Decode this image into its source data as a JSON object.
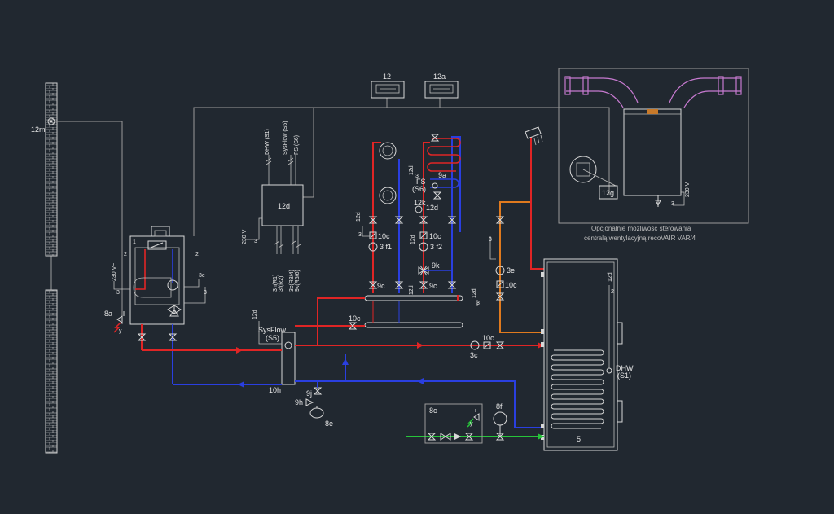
{
  "colors": {
    "background": "#212830",
    "supply_line": "#e02525",
    "return_line": "#2a3fe0",
    "dhw_circulation_line": "#e07a1e",
    "cold_water_line": "#27c43a",
    "wiring": "#d8d8d8",
    "ventilation_duct": "#c77ad0"
  },
  "labels": {
    "l_12m": "12m",
    "l_12": "12",
    "l_12a": "12a",
    "l_12d_box": "12d",
    "l_dhw_s1_vert": "DHW (S1)",
    "l_sysflow_vert": "SysFlow (S5)",
    "l_fs_vert": "FS (S6)",
    "l_230v_mid": "230 V~",
    "l_3_mid": "3",
    "l_3h": "3h(R1)",
    "l_3f": "3f(R2)",
    "l_3c": "3c(R3/4)",
    "l_9k_box": "9k(R5/6)",
    "l_1": "1",
    "l_2a": "2",
    "l_2b": "2",
    "l_230v_left": "230 V~",
    "l_3a": "3",
    "l_3e_boiler": "3e",
    "l_3b": "3",
    "l_8a": "8a",
    "l_12d_a": "12d",
    "l_3_a": "3",
    "l_10c_a": "10c",
    "l_3f1": "3 f1",
    "l_9c_a": "9c",
    "l_12d_b": "12d",
    "l_3_b": "3",
    "l_fs": "FS",
    "l_s6": "(S6)",
    "l_9a": "9a",
    "l_12k": "12k",
    "l_12d_c": "12d",
    "l_10c_b": "10c",
    "l_3f2": "3 f2",
    "l_9k": "9k",
    "l_12d_d": "12d",
    "l_9c_b": "9c",
    "l_12d_e": "12d",
    "l_3_c": "3",
    "l_sysflow": "SysFlow",
    "l_s5": "(S5)",
    "l_10c_c": "10c",
    "l_10h": "10h",
    "l_9j": "9j",
    "l_9h": "9h",
    "l_8e": "8e",
    "l_12d_f": "12d",
    "l_3_d": "3",
    "l_3c_pump": "3c",
    "l_10c_d": "10c",
    "l_3_e": "3",
    "l_3e_circ": "3e",
    "l_10c_e": "10c",
    "l_12g": "12g",
    "l_230v_vent": "230 V~",
    "l_3_vent": "3",
    "note_line1": "Opcjonalnie możliwość sterowania",
    "note_line2": "centralą wentylacyjną recoVAIR VAR/4",
    "l_12d_tank": "12d",
    "l_2_tank": "2",
    "l_dhw": "DHW",
    "l_s1": "(S1)",
    "l_5": "5",
    "l_8c": "8c",
    "l_8f": "8f",
    "l_y": "y"
  }
}
